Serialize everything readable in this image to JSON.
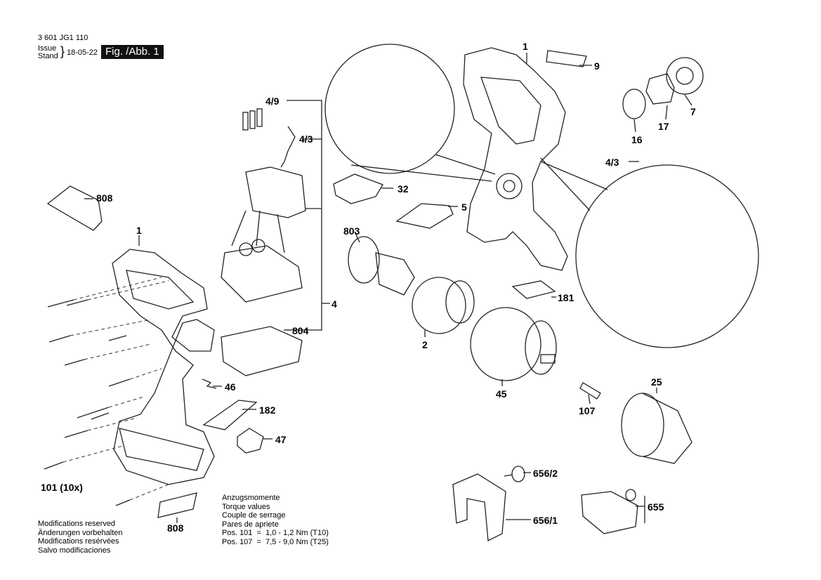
{
  "header": {
    "doc_number": "3 601 JG1 110",
    "issue_label": "Issue",
    "stand_label": "Stand",
    "date": "18-05-22",
    "figure_label": "Fig. /Abb. 1"
  },
  "callouts": {
    "c1_top": "1",
    "c9": "9",
    "c7": "7",
    "c17": "17",
    "c16": "16",
    "c4_3_right": "4/3",
    "c4_9": "4/9",
    "c4_3_left": "4/3",
    "c808_top": "808",
    "c32": "32",
    "c5": "5",
    "c803": "803",
    "c1_left": "1",
    "c181": "181",
    "c4": "4",
    "c804": "804",
    "c2": "2",
    "c46": "46",
    "c45": "45",
    "c25": "25",
    "c107": "107",
    "c182": "182",
    "c47": "47",
    "c656_2": "656/2",
    "c101": "101 (10x)",
    "c655": "655",
    "c656_1": "656/1",
    "c808_bottom": "808"
  },
  "torque": {
    "lines": [
      "Anzugsmomente",
      "Torque values",
      "Couple de serrage",
      "Pares de apriete"
    ],
    "pos101": "Pos. 101  =  1,0 - 1,2 Nm (T10)",
    "pos107": "Pos. 107  =  7,5 - 9,0 Nm (T25)"
  },
  "modifications": [
    "Modifications reserved",
    "Änderungen vorbehalten",
    "Modifications resérvées",
    "Salvo modificaciones"
  ]
}
